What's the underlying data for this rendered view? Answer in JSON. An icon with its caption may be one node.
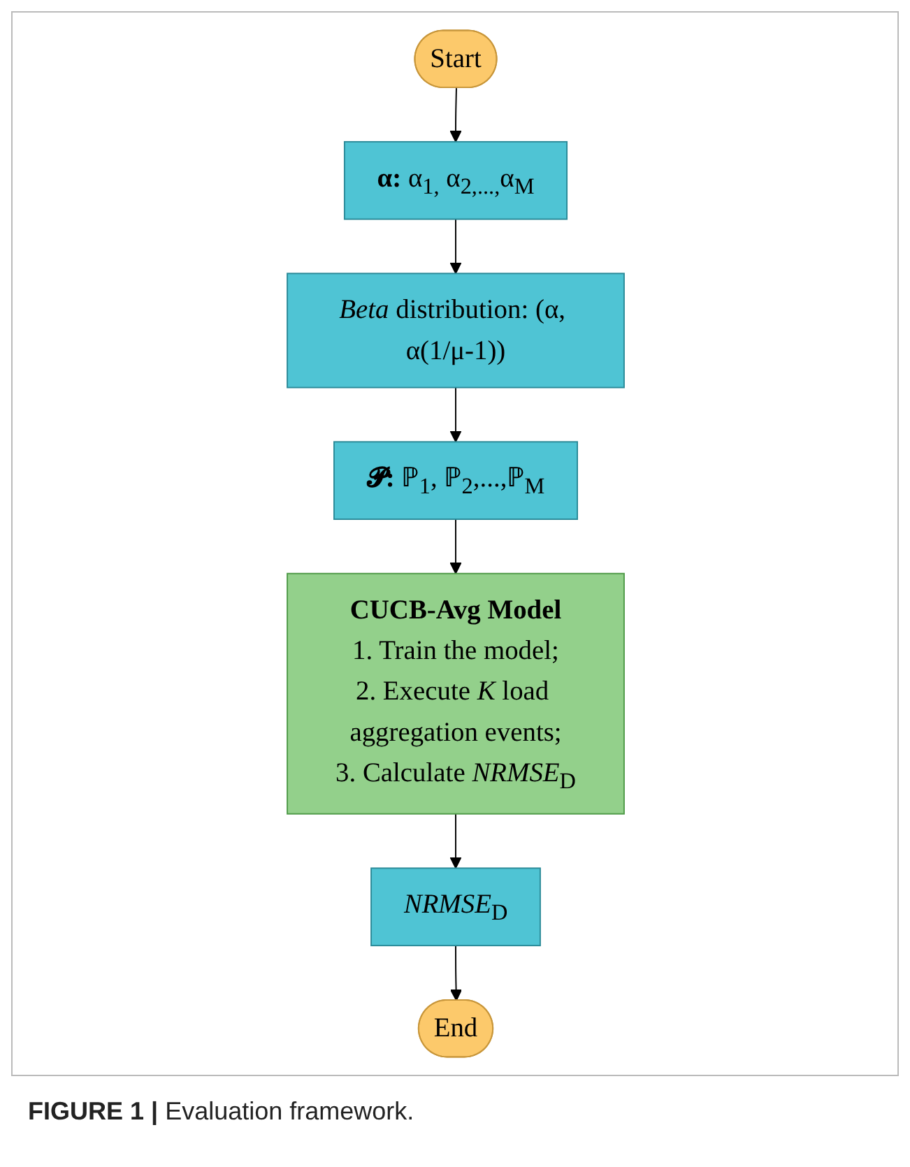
{
  "diagram": {
    "caption": "**FIGURE 1 |** Evaluation framework.",
    "nodes": [
      {
        "text": [
          "Start"
        ]
      },
      {
        "text": [
          "**α:** α$_{1,}$ α$_{2,...,}$α$_{M}$"
        ]
      },
      {
        "text": [
          "*Beta* distribution: (α, α(1/μ-1))"
        ]
      },
      {
        "text": [
          "**𝓟:** ℙ$_{1}$, ℙ$_{2}$,...,ℙ$_{M}$"
        ]
      },
      {
        "text": [
          "CUCB-Avg Model",
          "1. Train the model;",
          "2. Execute *K* load aggregation events;",
          "3. Calculate *NRMSE*$_{D}$"
        ]
      },
      {
        "text": [
          "*NRMSE*$_{D}$"
        ]
      },
      {
        "text": [
          "End"
        ]
      }
    ],
    "edges": [
      {
        "from": 0,
        "to": 1,
        "arrow": "to"
      },
      {
        "from": 1,
        "to": 2,
        "arrow": "to"
      },
      {
        "from": 2,
        "to": 3,
        "arrow": "to"
      },
      {
        "from": 3,
        "to": 4,
        "arrow": "to"
      },
      {
        "from": 4,
        "to": 5,
        "arrow": "to"
      },
      {
        "from": 5,
        "to": 6,
        "arrow": "to"
      }
    ]
  }
}
